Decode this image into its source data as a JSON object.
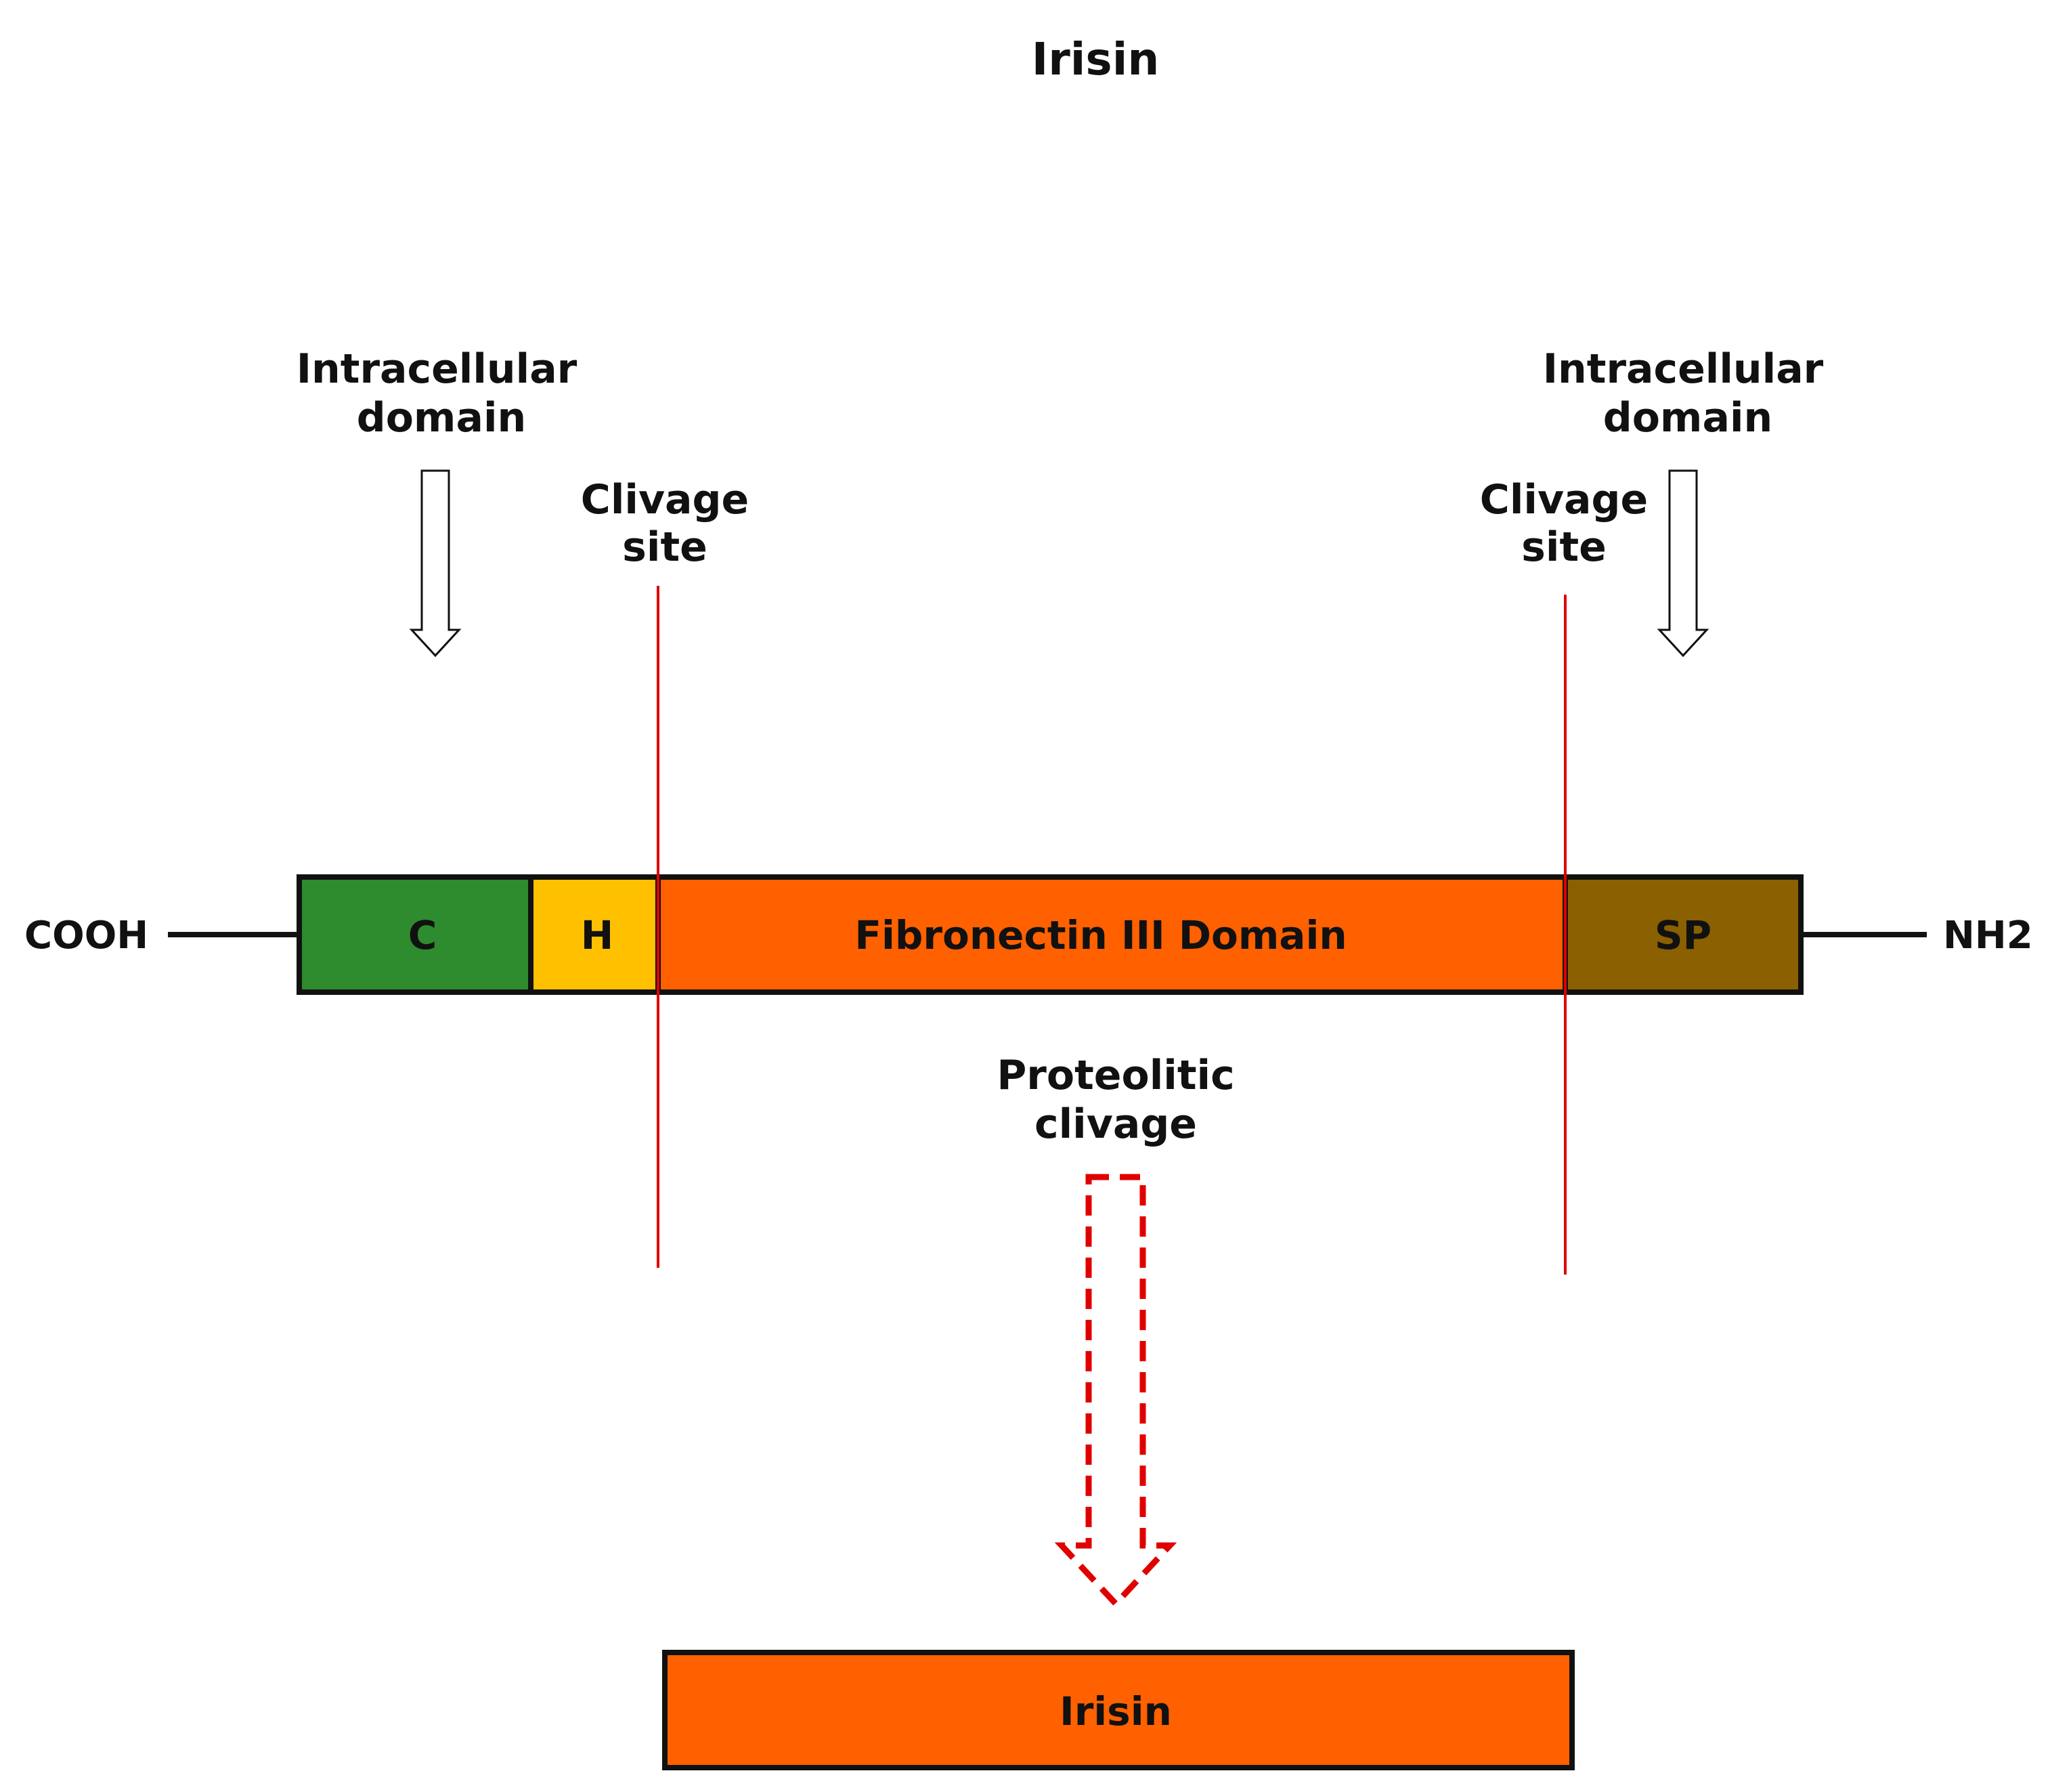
{
  "title": "Irisin",
  "termini": {
    "left": "COOH",
    "right": "NH2"
  },
  "intracellular_left": {
    "line1": "Intracellular",
    "line2": "domain"
  },
  "intracellular_right": {
    "line1": "Intracellular",
    "line2": "domain"
  },
  "cleavage_left": {
    "line1": "Clivage",
    "line2": "site"
  },
  "cleavage_right": {
    "line1": "Clivage",
    "line2": "site"
  },
  "segments": {
    "c": {
      "label": "C",
      "color": "#2e8b2e"
    },
    "h": {
      "label": "H",
      "color": "#ffc000"
    },
    "fn": {
      "label": "Fibronectin III Domain",
      "color": "#ff6000"
    },
    "sp": {
      "label": "SP",
      "color": "#8b6000"
    }
  },
  "proteolytic": {
    "line1": "Proteolitic",
    "line2": "clivage"
  },
  "product": {
    "label": "Irisin",
    "color": "#ff6000"
  },
  "colors": {
    "cleavage_line": "#e00000",
    "dashed_arrow": "#e00000",
    "outline": "#111111"
  }
}
